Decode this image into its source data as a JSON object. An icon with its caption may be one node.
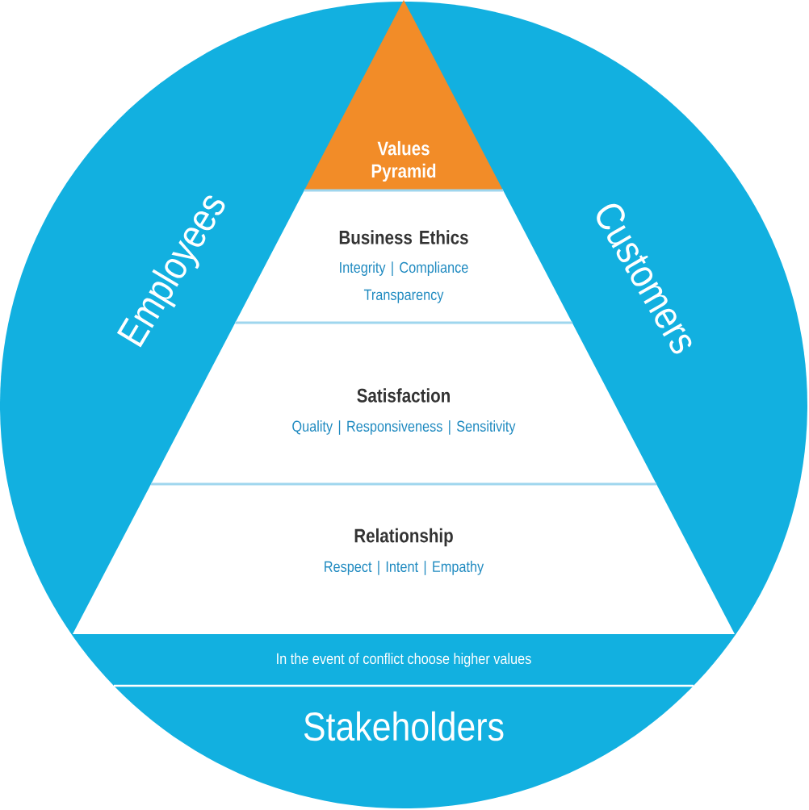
{
  "diagram": {
    "nodes": [
      {
        "text": [
          "Employees",
          "Customers",
          "In the event of conflict choose higher values",
          "Stakeholders"
        ]
      },
      {
        "text": [
          "Values Pyramid"
        ],
        "in": 0
      },
      {
        "text": [
          "Business Ethics",
          "Integrity | Compliance Transparency"
        ],
        "in": 0
      },
      {
        "text": [
          "Satisfaction",
          "Quality | Responsiveness | Sensitivity"
        ],
        "in": 0
      },
      {
        "text": [
          "Relationship",
          "Respect | Intent | Empathy"
        ],
        "in": 0
      }
    ]
  }
}
